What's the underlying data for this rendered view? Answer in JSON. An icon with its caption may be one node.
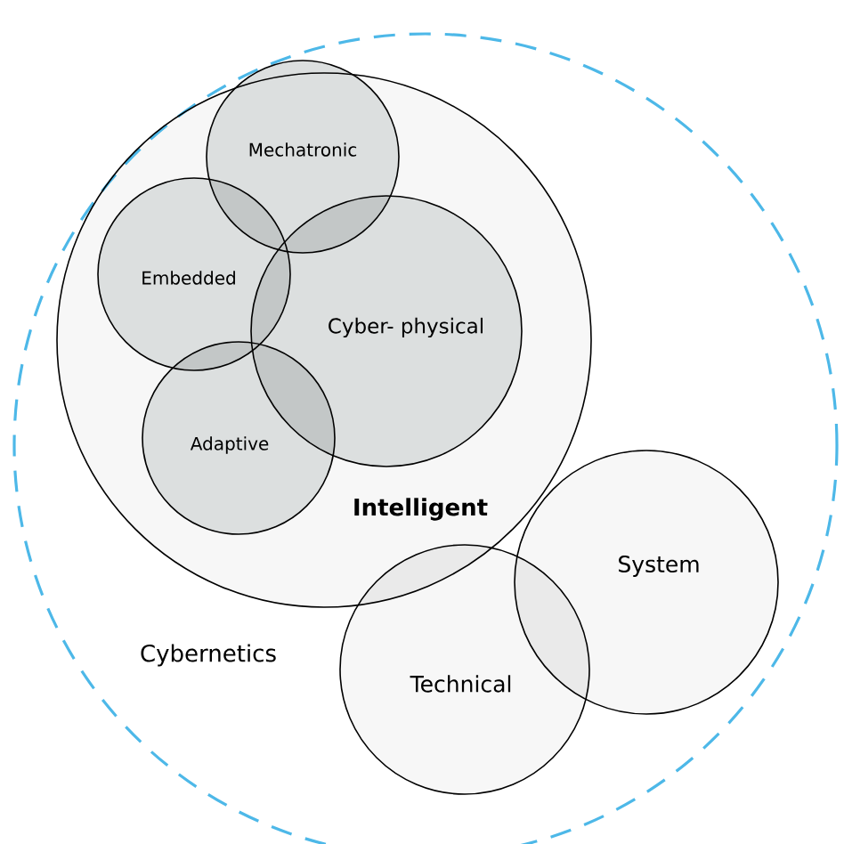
{
  "diagram": {
    "nodes": [
      {
        "text": [
          "Cybernetics"
        ]
      },
      {
        "text": [
          "Intelligent"
        ],
        "in": 0
      },
      {
        "text": [
          "Mechatronic"
        ],
        "in": 1
      },
      {
        "text": [
          "Embedded"
        ],
        "in": 1
      },
      {
        "text": [
          "Cyber- physical"
        ],
        "in": 1
      },
      {
        "text": [
          "Adaptive"
        ],
        "in": 1
      },
      {
        "text": [
          "System"
        ],
        "in": 0
      },
      {
        "text": [
          "Technical"
        ],
        "in": 0
      }
    ]
  }
}
